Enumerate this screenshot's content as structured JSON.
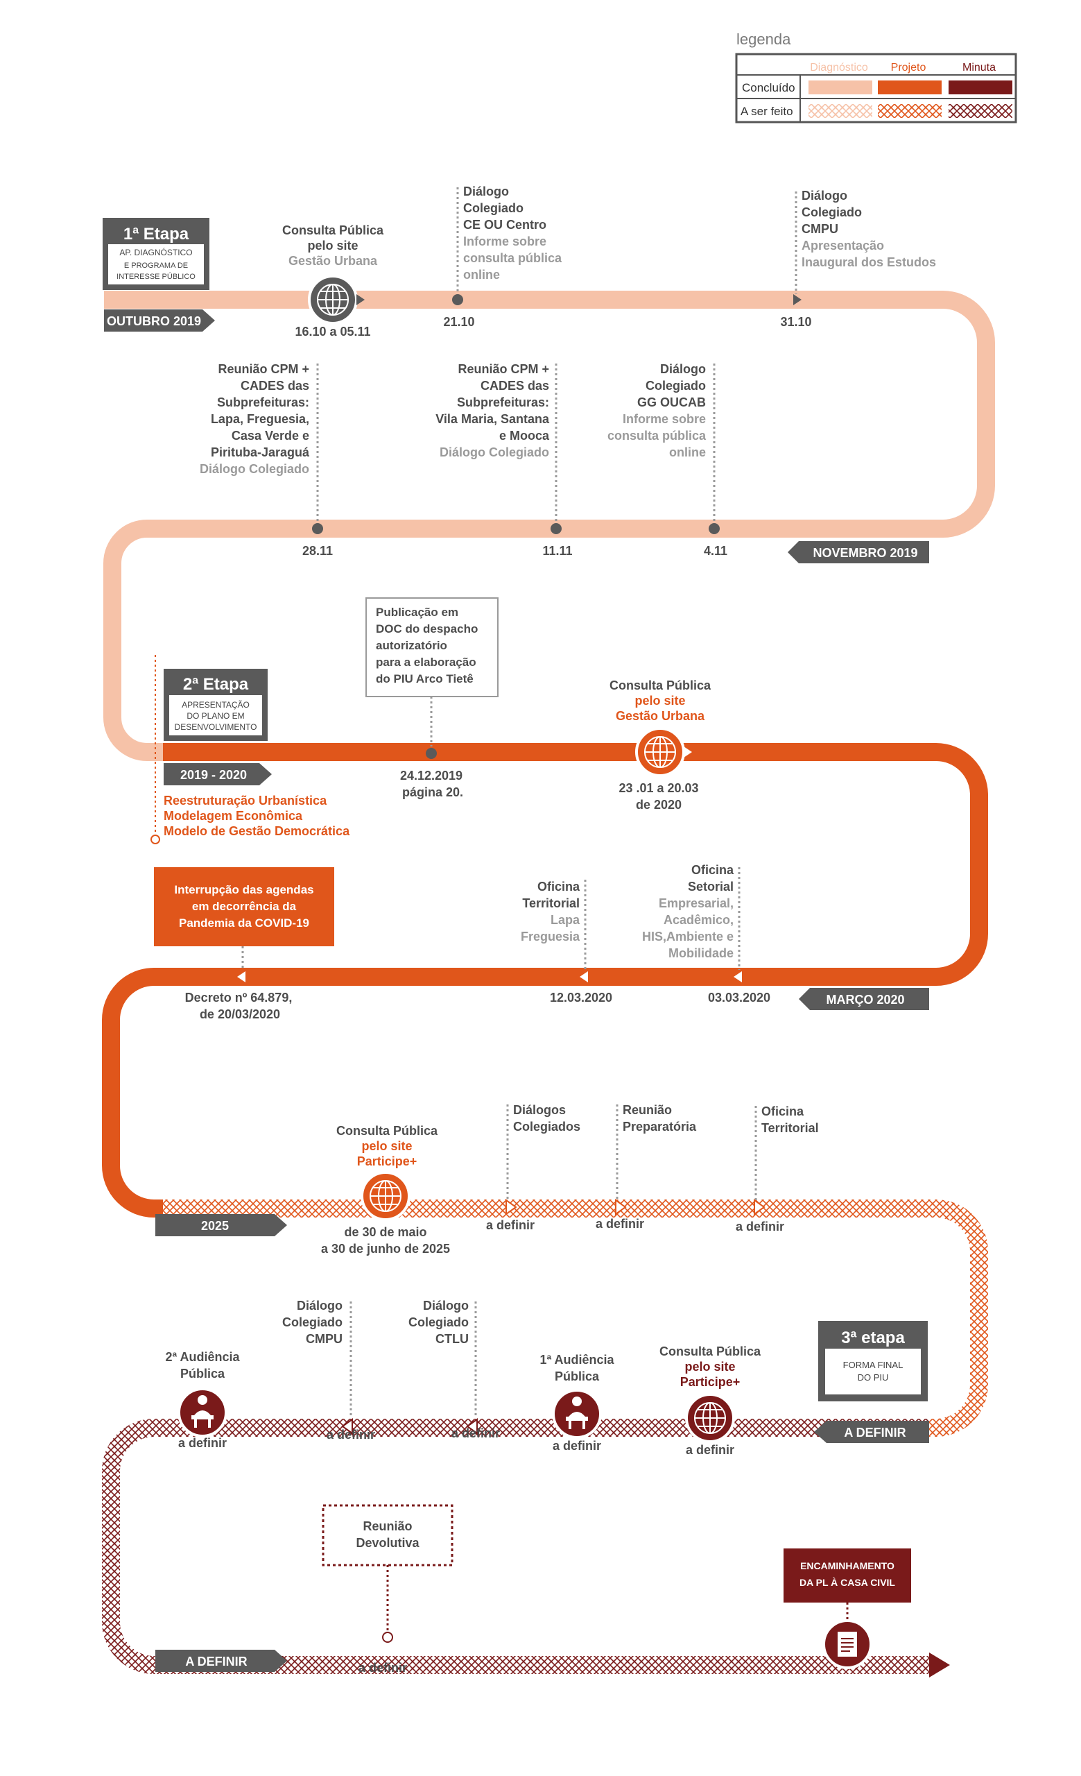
{
  "colors": {
    "diagnostico": "#f6c2a8",
    "projeto": "#e0561b",
    "minuta": "#7a1a1a",
    "label_gray": "#5a5a5a",
    "text_dark": "#4d4d4d",
    "text_light": "#9a9a9a"
  },
  "legend": {
    "title": "legenda",
    "col_diagnostico": "Diagnóstico",
    "col_projeto": "Projeto",
    "col_minuta": "Minuta",
    "row_concluido": "Concluído",
    "row_a_ser_feito": "A ser feito"
  },
  "stage1": {
    "title": "1ª Etapa",
    "subtitle1": "AP. DIAGNÓSTICO",
    "subtitle2": "E PROGRAMA DE",
    "subtitle3": "INTERESSE PÚBLICO",
    "period": "OUTUBRO 2019"
  },
  "row1": {
    "consulta_l1": "Consulta Pública",
    "consulta_l2": "pelo site",
    "consulta_l3": "Gestão Urbana",
    "consulta_date": "16.10 a 05.11",
    "d1_l1": "Diálogo",
    "d1_l2": "Colegiado",
    "d1_l3": "CE OU Centro",
    "d1_l4": "Informe sobre",
    "d1_l5": "consulta pública",
    "d1_l6": "online",
    "d1_date": "21.10",
    "d2_l1": "Diálogo",
    "d2_l2": "Colegiado",
    "d2_l3": "CMPU",
    "d2_l4": "Apresentação",
    "d2_l5": "Inaugural dos Estudos",
    "d2_date": "31.10"
  },
  "row2": {
    "period": "NOVEMBRO 2019",
    "r1_l1": "Reunião CPM +",
    "r1_l2": "CADES das",
    "r1_l3": "Subprefeituras:",
    "r1_l4": "Lapa, Freguesia,",
    "r1_l5": "Casa Verde e",
    "r1_l6": "Pirituba-Jaraguá",
    "r1_l7": "Diálogo Colegiado",
    "r1_date": "28.11",
    "r2_l1": "Reunião CPM +",
    "r2_l2": "CADES das",
    "r2_l3": "Subprefeituras:",
    "r2_l4": "Vila Maria, Santana",
    "r2_l5": "e Mooca",
    "r2_l6": "Diálogo Colegiado",
    "r2_date": "11.11",
    "r3_l1": "Diálogo",
    "r3_l2": "Colegiado",
    "r3_l3": "GG OUCAB",
    "r3_l4": "Informe sobre",
    "r3_l5": "consulta pública",
    "r3_l6": "online",
    "r3_date": "4.11"
  },
  "stage2": {
    "title": "2ª Etapa",
    "subtitle1": "APRESENTAÇÃO",
    "subtitle2": "DO PLANO EM",
    "subtitle3": "DESENVOLVIMENTO",
    "period": "2019 - 2020",
    "topic1": "Reestruturação Urbanística",
    "topic2": "Modelagem Econômica",
    "topic3": "Modelo de Gestão Democrática"
  },
  "row3": {
    "pub_l1": "Publicação em",
    "pub_l2": "DOC do despacho",
    "pub_l3": "autorizatório",
    "pub_l4": "para a elaboração",
    "pub_l5": "do PIU Arco Tietê",
    "pub_date1": "24.12.2019",
    "pub_date2": "página 20.",
    "consulta_l1": "Consulta Pública",
    "consulta_l2": "pelo site",
    "consulta_l3": "Gestão Urbana",
    "consulta_date1": "23 .01 a 20.03",
    "consulta_date2": "de 2020"
  },
  "row4": {
    "period": "MARÇO 2020",
    "covid_l1": "Interrupção das agendas",
    "covid_l2": "em decorrência da",
    "covid_l3": "Pandemia da COVID-19",
    "decreto_l1": "Decreto nº 64.879,",
    "decreto_l2": "de 20/03/2020",
    "of1_l1": "Oficina",
    "of1_l2": "Territorial",
    "of1_l3": "Lapa",
    "of1_l4": "Freguesia",
    "of1_date": "12.03.2020",
    "of2_l1": "Oficina",
    "of2_l2": "Setorial",
    "of2_l3": "Empresarial,",
    "of2_l4": "Acadêmico,",
    "of2_l5": "HIS,Ambiente e",
    "of2_l6": "Mobilidade",
    "of2_date": "03.03.2020"
  },
  "row5": {
    "period": "2025",
    "consulta_l1": "Consulta Pública",
    "consulta_l2": "pelo site",
    "consulta_l3": "Participe+",
    "consulta_date1": "de 30 de maio",
    "consulta_date2": "a 30 de junho de 2025",
    "dc_l1": "Diálogos",
    "dc_l2": "Colegiados",
    "dc_date": "a definir",
    "rp_l1": "Reunião",
    "rp_l2": "Preparatória",
    "rp_date": "a definir",
    "ot_l1": "Oficina",
    "ot_l2": "Territorial",
    "ot_date": "a definir"
  },
  "stage3": {
    "title": "3ª etapa",
    "subtitle1": "FORMA FINAL",
    "subtitle2": "DO PIU",
    "period": "A DEFINIR"
  },
  "row6": {
    "aud2_l1": "2ª Audiência",
    "aud2_l2": "Pública",
    "aud2_date": "a definir",
    "cmpu_l1": "Diálogo",
    "cmpu_l2": "Colegiado",
    "cmpu_l3": "CMPU",
    "cmpu_date": "a definir",
    "ctlu_l1": "Diálogo",
    "ctlu_l2": "Colegiado",
    "ctlu_l3": "CTLU",
    "ctlu_date": "a definir",
    "aud1_l1": "1ª Audiência",
    "aud1_l2": "Pública",
    "aud1_date": "a definir",
    "cp_l1": "Consulta Pública",
    "cp_l2": "pelo site",
    "cp_l3": "Participe+",
    "cp_date": "a definir"
  },
  "row7": {
    "period": "A DEFINIR",
    "dev_l1": "Reunião",
    "dev_l2": "Devolutiva",
    "dev_date": "a definir",
    "enc_l1": "ENCAMINHAMENTO",
    "enc_l2": "DA PL À CASA CIVIL"
  }
}
